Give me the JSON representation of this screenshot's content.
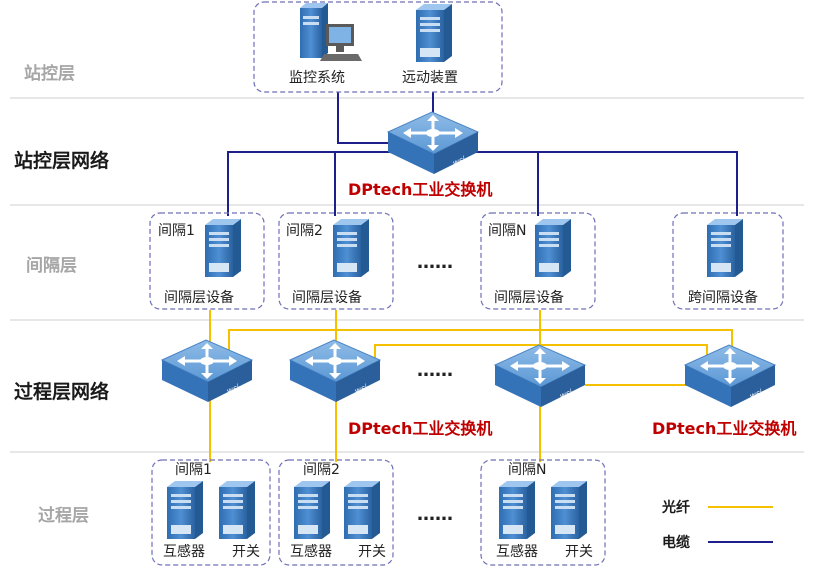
{
  "layers": {
    "station": "站控层",
    "station_net": "站控层网络",
    "bay": "间隔层",
    "process_net": "过程层网络",
    "process": "过程层"
  },
  "station_devices": {
    "monitor": "监控系统",
    "telecontrol": "远动装置"
  },
  "bays": [
    {
      "title": "间隔1",
      "device": "间隔层设备"
    },
    {
      "title": "间隔2",
      "device": "间隔层设备"
    },
    {
      "title": "间隔N",
      "device": "间隔层设备"
    },
    {
      "title": "",
      "device": "跨间隔设备"
    }
  ],
  "process_bays": [
    {
      "title": "间隔1",
      "ct": "互感器",
      "sw": "开关"
    },
    {
      "title": "间隔2",
      "ct": "互感器",
      "sw": "开关"
    },
    {
      "title": "间隔N",
      "ct": "互感器",
      "sw": "开关"
    }
  ],
  "switch_label": "DPtech工业交换机",
  "ellipsis": "……",
  "legend": {
    "fiber": "光纤",
    "cable": "电缆"
  },
  "colors": {
    "fiber": "#f5c000",
    "cable": "#1f1f8c",
    "device": "#3d7fc8"
  }
}
